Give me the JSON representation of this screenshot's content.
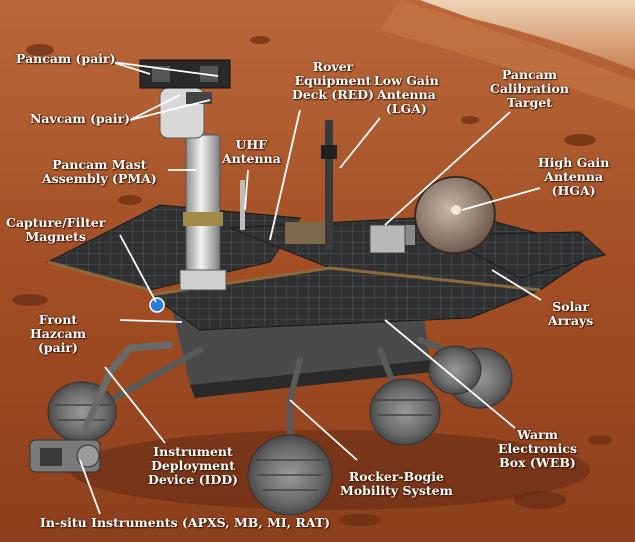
{
  "labels": {
    "pancam": "Pancam (pair)",
    "navcam": "Navcam (pair)",
    "pma": [
      "Pancam Mast",
      "Assembly (PMA)"
    ],
    "capture": [
      "Capture/Filter",
      "Magnets"
    ],
    "hazcam": [
      "Front",
      "Hazcam",
      "(pair)"
    ],
    "red": [
      "Rover",
      "Equipment",
      "Deck (RED)"
    ],
    "uhf": [
      "UHF",
      "Antenna"
    ],
    "lga": [
      "Low Gain",
      "Antenna",
      "(LGA)"
    ],
    "caltarget": [
      "Pancam",
      "Calibration",
      "Target"
    ],
    "hga": [
      "High Gain",
      "Antenna",
      "(HGA)"
    ],
    "solar": [
      "Solar",
      "Arrays"
    ],
    "web": [
      "Warm",
      "Electronics",
      "Box (WEB)"
    ],
    "idd": [
      "Instrument",
      "Deployment",
      "Device (IDD)"
    ],
    "rocker": [
      "Rocker-Bogie",
      "Mobility System"
    ],
    "insitu": "In-situ Instruments (APXS, MB, MI, RAT)"
  },
  "colors": {
    "sky": "#e9c9a9",
    "terrain": "#a9552a",
    "terrain_dark": "#7a3a1a",
    "panel": "#2e2e2e",
    "metal": "#c9c9c9",
    "label": "#ffffff"
  }
}
